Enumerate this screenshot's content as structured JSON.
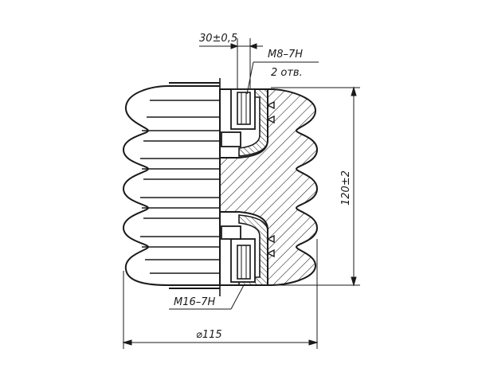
{
  "drawing": {
    "dimensions": {
      "gap_width": "30±0,5",
      "top_thread": "M8–7H",
      "top_thread_count": "2 отв.",
      "height": "120±2",
      "bottom_thread": "M16–7H",
      "diameter": "⌀115"
    },
    "colors": {
      "stroke": "#1a1a1a",
      "background": "#ffffff"
    }
  }
}
